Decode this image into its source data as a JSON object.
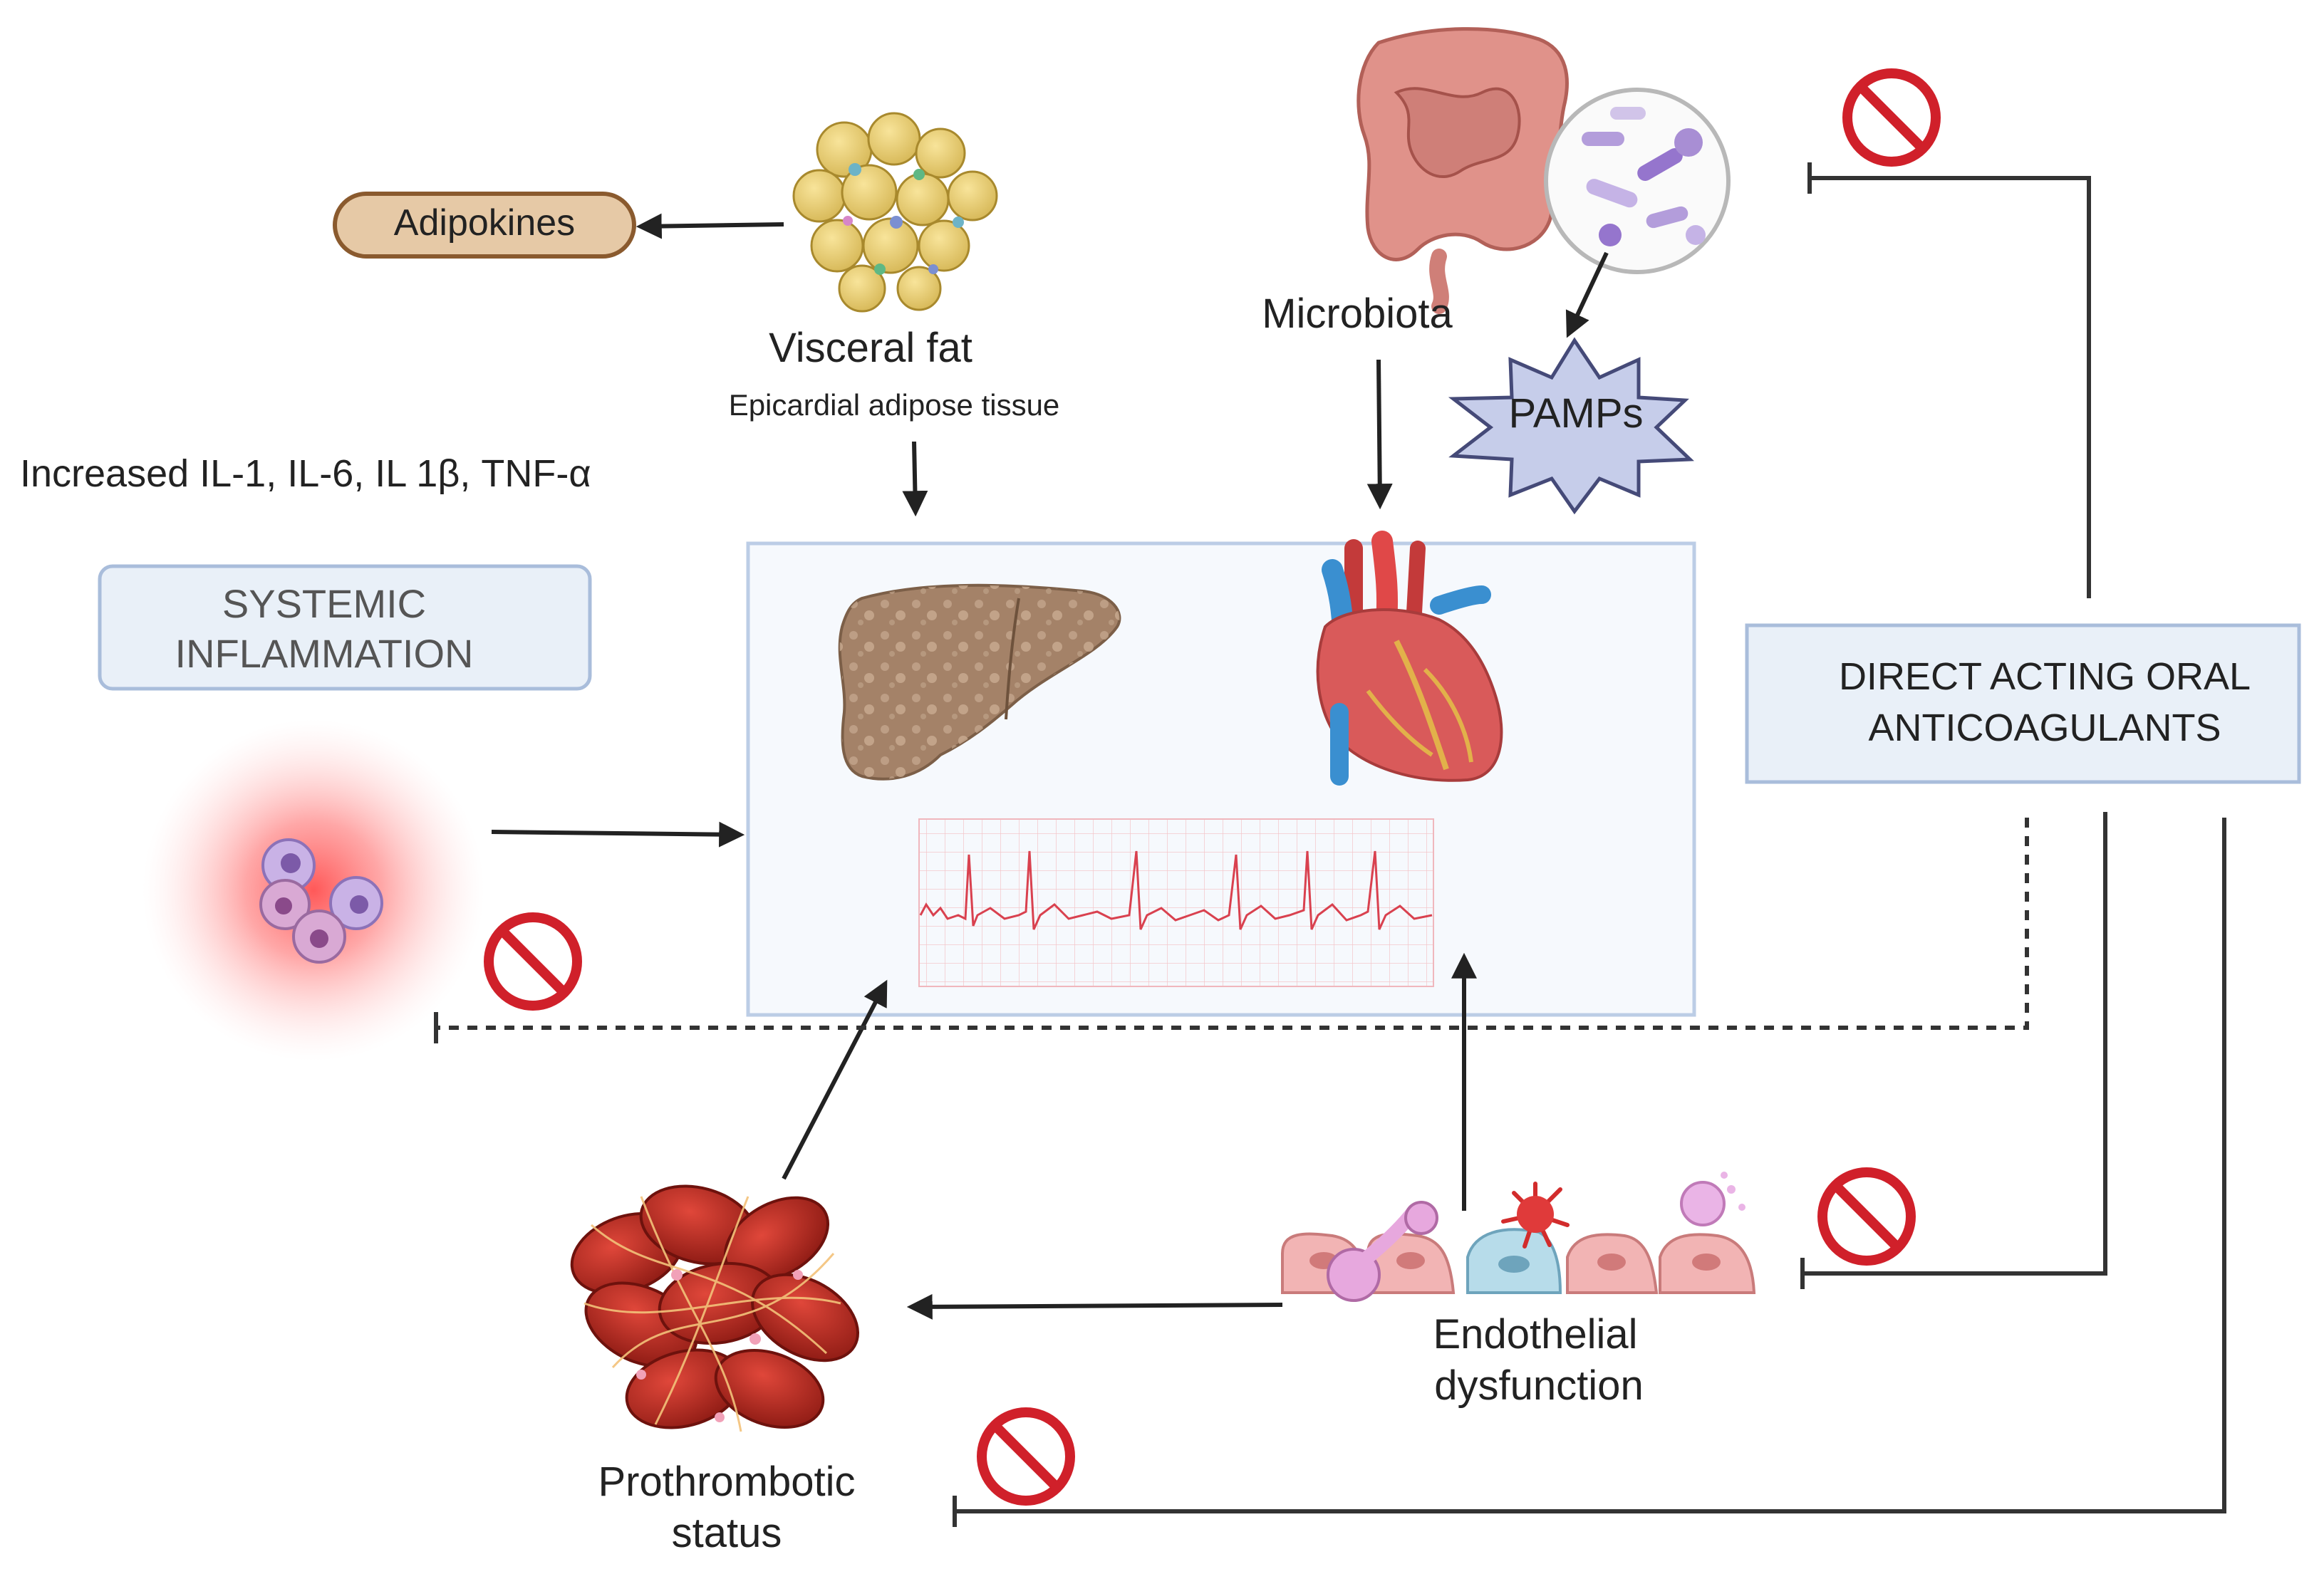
{
  "labels": {
    "adipokines": "Adipokines",
    "visceral_fat": "Visceral fat",
    "epicardial": "Epicardial adipose tissue",
    "cytokines": "Increased IL-1, IL-6, IL 1β, TNF-α",
    "systemic_line1": "SYSTEMIC",
    "systemic_line2": "INFLAMMATION",
    "microbiota": "Microbiota",
    "pamps": "PAMPs",
    "doac_line1": "DIRECT ACTING ORAL",
    "doac_line2": "ANTICOAGULANTS",
    "endothelial_line1": "Endothelial",
    "endothelial_line2": "dysfunction",
    "prothrombotic_line1": "Prothrombotic",
    "prothrombotic_line2": "status"
  },
  "colors": {
    "arrow": "#222222",
    "inhibition_red": "#d0202a",
    "central_box_border": "#bccde6",
    "label_box_fill": "#e9f0f8",
    "label_box_border": "#a9bddb",
    "adipokines_fill": "#e6c9a6",
    "adipokines_border": "#8a5a2e",
    "pamps_fill": "#c6cdea",
    "pamps_border": "#454a78",
    "ecg_trace": "#d9414f"
  },
  "icons": {
    "inhibition": "prohibition-icon",
    "liver": "liver-icon",
    "heart": "heart-icon",
    "ecg": "ecg-trace-icon",
    "intestine": "intestine-icon",
    "bacteria": "bacteria-magnifier-icon",
    "fat": "fat-cells-icon",
    "immune": "inflamed-immune-cells-icon",
    "clot": "blood-clot-icon",
    "endothelium": "endothelial-cells-icon"
  }
}
